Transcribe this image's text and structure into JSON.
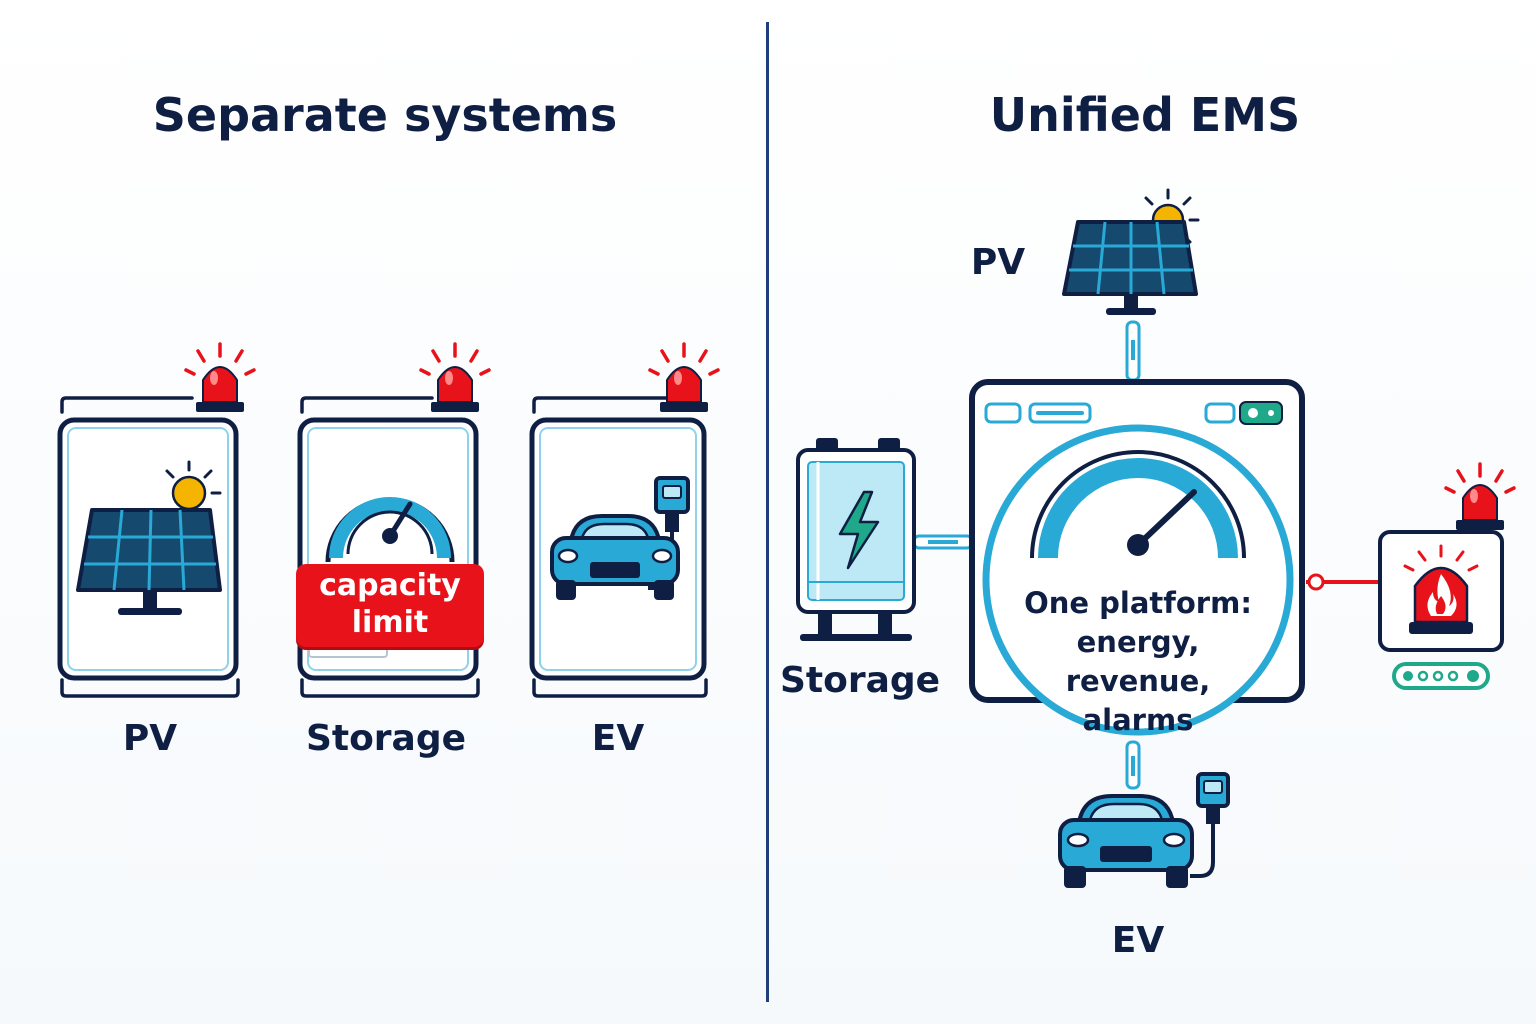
{
  "left_panel": {
    "title": "Separate systems",
    "cards": [
      {
        "label": "PV"
      },
      {
        "label": "Storage",
        "badge": "capacity\nlimit"
      },
      {
        "label": "EV"
      }
    ]
  },
  "right_panel": {
    "title": "Unified EMS",
    "pv_label": "PV",
    "storage_label": "Storage",
    "ev_label": "EV",
    "platform_text": "One platform:\nenergy, revenue,\nalarms"
  },
  "colors": {
    "navy": "#0f1f44",
    "accent_blue": "#29a9d6",
    "panel_blue": "#16496e",
    "alarm_red": "#e8121b",
    "sun_yellow": "#f4b400",
    "status_green": "#1fa88a"
  },
  "icons": [
    "siren-icon",
    "solar-panel-icon",
    "sun-icon",
    "gauge-icon",
    "ev-car-icon",
    "charger-plug-icon",
    "battery-bolt-icon",
    "fire-alarm-icon"
  ]
}
